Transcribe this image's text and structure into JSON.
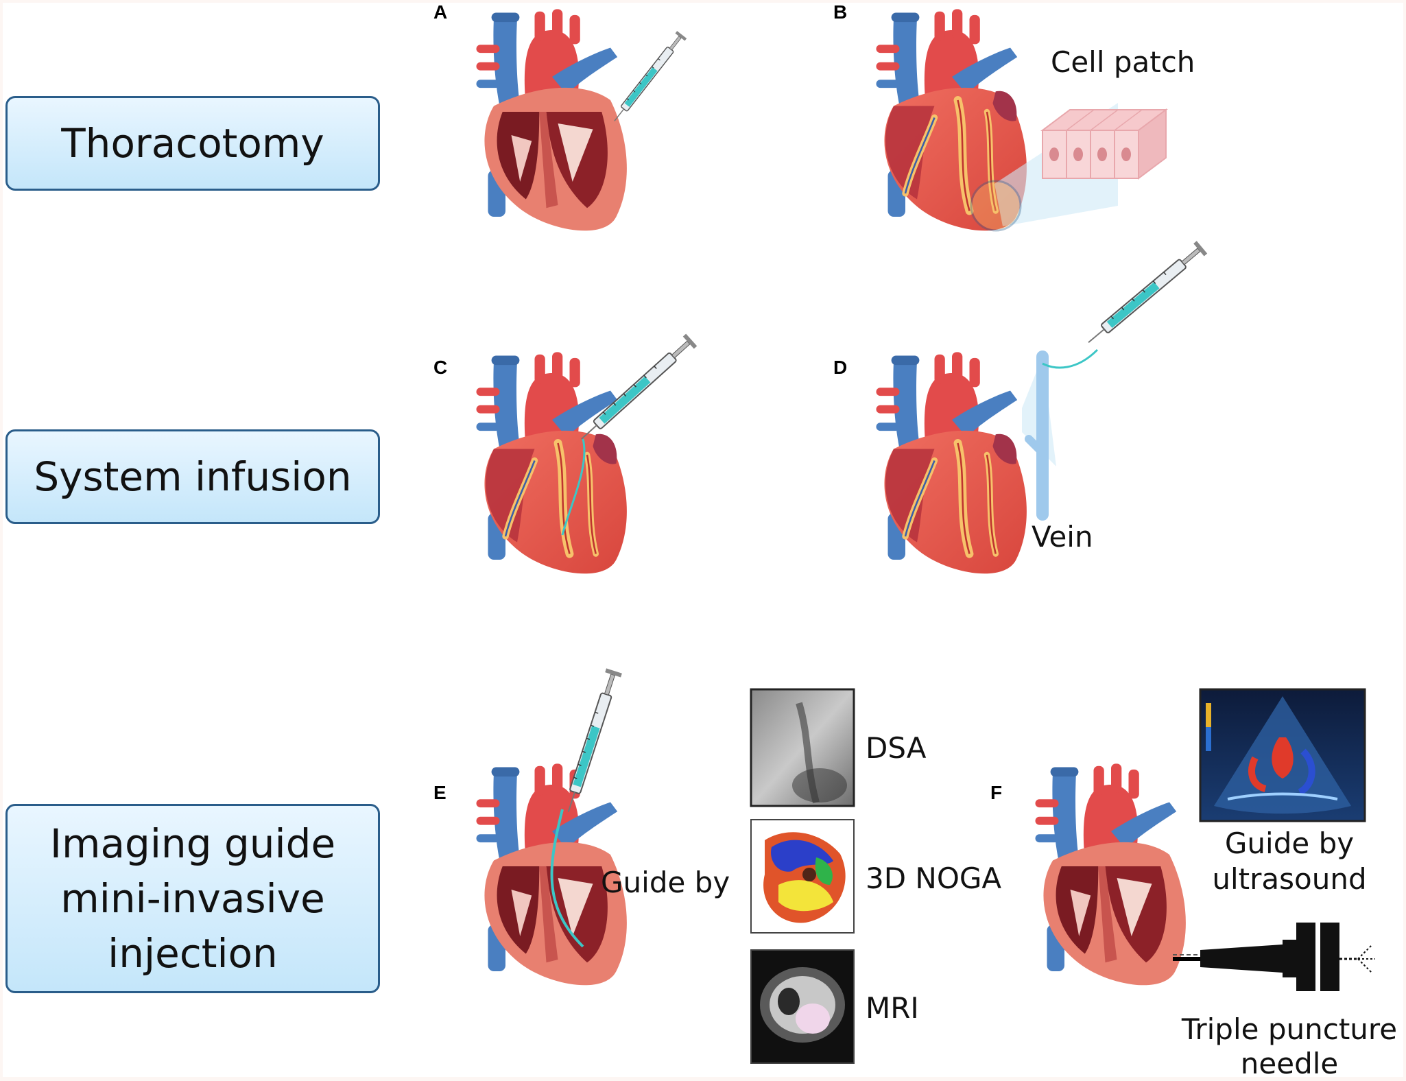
{
  "methods": {
    "thoracotomy": "Thoracotomy",
    "system_infusion": "System infusion",
    "imaging_line1": "Imaging guide",
    "imaging_line2": "mini-invasive",
    "imaging_line3": "injection"
  },
  "panels": {
    "a": "A",
    "b": "B",
    "c": "C",
    "d": "D",
    "e": "E",
    "f": "F"
  },
  "labels": {
    "cell_patch": "Cell patch",
    "vein": "Vein",
    "guide_by": "Guide by",
    "dsa": "DSA",
    "noga": "3D NOGA",
    "mri": "MRI",
    "guide_by_us_1": "Guide by",
    "guide_by_us_2": "ultrasound",
    "triple_1": "Triple puncture",
    "triple_2": "needle"
  },
  "colors": {
    "box_border": "#2a5d8a",
    "box_fill": "#c4e6fa",
    "heart_red": "#e2574c",
    "heart_dark": "#b5313c",
    "vessel_blue": "#4a7fc1",
    "syringe_teal": "#3cc6c6"
  },
  "icons": [
    "heart-illustration",
    "syringe-icon",
    "cell-patch-illustration",
    "vein-illustration",
    "ultrasound-image",
    "needle-illustration"
  ]
}
